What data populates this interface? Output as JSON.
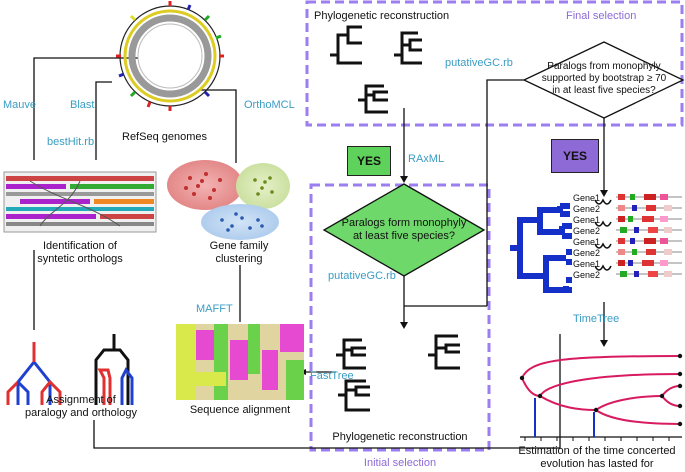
{
  "labels": {
    "refseq": "RefSeq genomes",
    "mauve": "Mauve",
    "blast": "Blast",
    "besthit": "bestHit.rb",
    "orthomcl": "OrthoMCL",
    "synteny_1": "Identification of",
    "synteny_2": "syntetic orthologs",
    "cluster_1": "Gene family",
    "cluster_2": "clustering",
    "mafft": "MAFFT",
    "alignment": "Sequence alignment",
    "assign_1": "Assignment of",
    "assign_2": "paralogy and orthology",
    "fasttree": "FastTree",
    "phylo_bottom": "Phylogenetic reconstruction",
    "phylo_top": "Phylogenetic reconstruction",
    "initial_selection": "Initial selection",
    "final_selection": "Final selection",
    "putative_top": "putativeGC.rb",
    "putative_mid": "putativeGC.rb",
    "raxml": "RAxML",
    "yes_left": "YES",
    "yes_right": "YES",
    "diamond_initial_1": "Paralogs form monophyly",
    "diamond_initial_2": "at least five species?",
    "diamond_final_1": "Paralogs from monophyly",
    "diamond_final_2": "supported by bootstrap ≥ 70",
    "diamond_final_3": "in at least five species?",
    "timetree": "TimeTree",
    "estimation_1": "Estimation of the time concerted",
    "estimation_2": "evolution has lasted for",
    "genes": [
      "Gene1",
      "Gene2",
      "Gene1",
      "Gene2",
      "Gene1",
      "Gene2",
      "Gene1",
      "Gene2"
    ]
  },
  "colors": {
    "tool_text": "#3b9dc4",
    "selection_box": "#9b7ef0",
    "diamond_fill": "#6fd86a",
    "yes_left_fill": "#5fd25b",
    "yes_right_fill": "#8e6ad6",
    "tree_blue": "#1430c8",
    "timetree_curve": "#d81b60",
    "ortholog_red": "#e03030",
    "ortholog_blue": "#2040d0"
  }
}
